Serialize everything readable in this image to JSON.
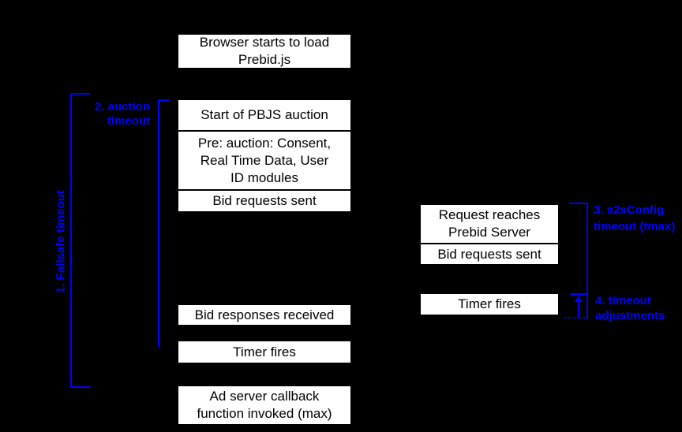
{
  "colors": {
    "background": "#000000",
    "box_fill": "#ffffff",
    "box_text": "#000000",
    "annotation_blue": "#0000ff"
  },
  "client_column": {
    "browser_load": "Browser starts to load\nPrebid.js",
    "start_auction": "Start of PBJS auction",
    "pre_auction": "Pre: auction: Consent,\nReal Time Data, User\nID modules",
    "bid_requests_sent": "Bid requests sent",
    "bid_responses_received": "Bid responses received",
    "timer_fires": "Timer fires",
    "ad_server_callback": "Ad server callback\nfunction invoked (max)"
  },
  "server_column": {
    "request_reaches": "Request reaches\nPrebid Server",
    "bid_requests_sent": "Bid requests sent",
    "timer_fires": "Timer fires"
  },
  "annotations": {
    "failsafe_timeout": "1. Failsafe timeout",
    "auction_timeout": "2. auction\ntimeout",
    "s2s_timeout": "3. s2sConfig\ntimeout (tmax)",
    "timeout_adjustments": "4. timeout\nadjustments"
  }
}
